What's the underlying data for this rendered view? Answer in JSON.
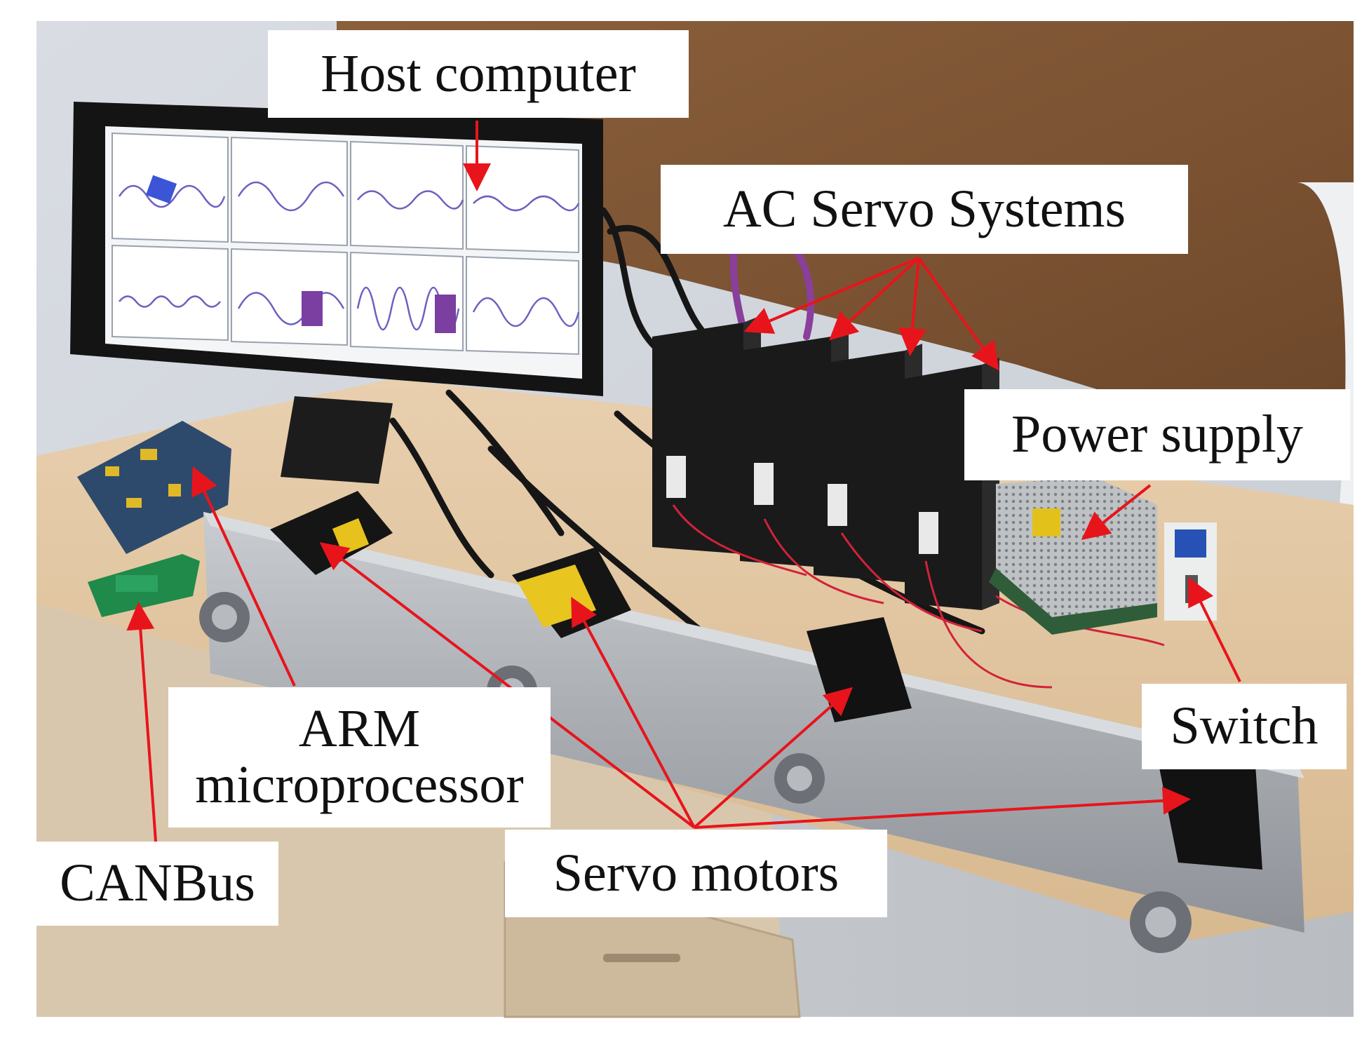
{
  "labels": {
    "host_computer": "Host computer",
    "ac_servo_systems": "AC Servo Systems",
    "power_supply": "Power supply",
    "switch": "Switch",
    "arm_line1": "ARM",
    "arm_line2": "microprocessor",
    "canbus": "CANBus",
    "servo_motors": "Servo motors"
  },
  "colors": {
    "arrow": "#e8141c",
    "label_bg": "#ffffff",
    "label_text": "#111111"
  }
}
